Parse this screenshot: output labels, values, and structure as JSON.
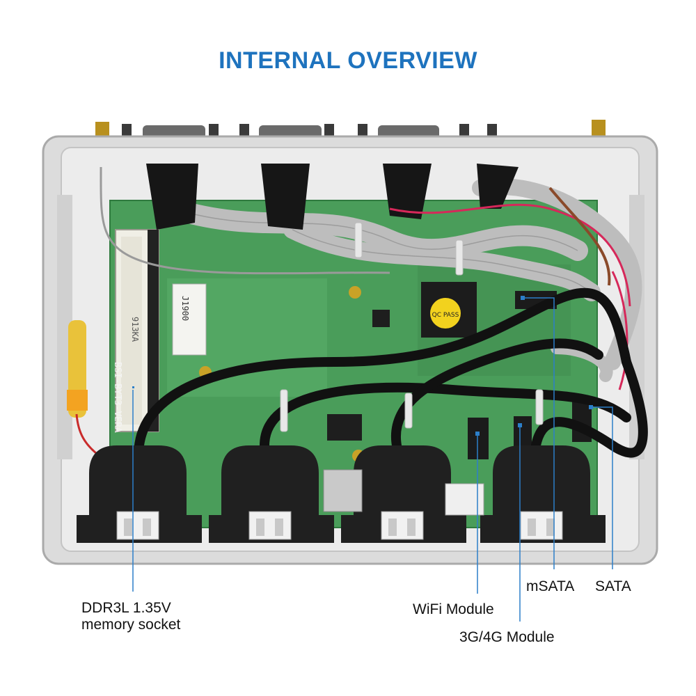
{
  "title": "INTERNAL OVERVIEW",
  "labels": {
    "ddr_line1": "DDR3L 1.35V",
    "ddr_line2": "memory socket",
    "wifi": "WiFi Module",
    "g3g4": "3G/4G Module",
    "msata": "mSATA",
    "sata": "SATA"
  },
  "pcb_markings": {
    "board_id": "BSI-BYT3-VERA",
    "sticker": "J1900",
    "socket_text": "913KA",
    "chip_stamp": "QC PASS"
  },
  "colors": {
    "title": "#1e73be",
    "callout": "#2c7fc9",
    "board": "#4a9d5a"
  }
}
